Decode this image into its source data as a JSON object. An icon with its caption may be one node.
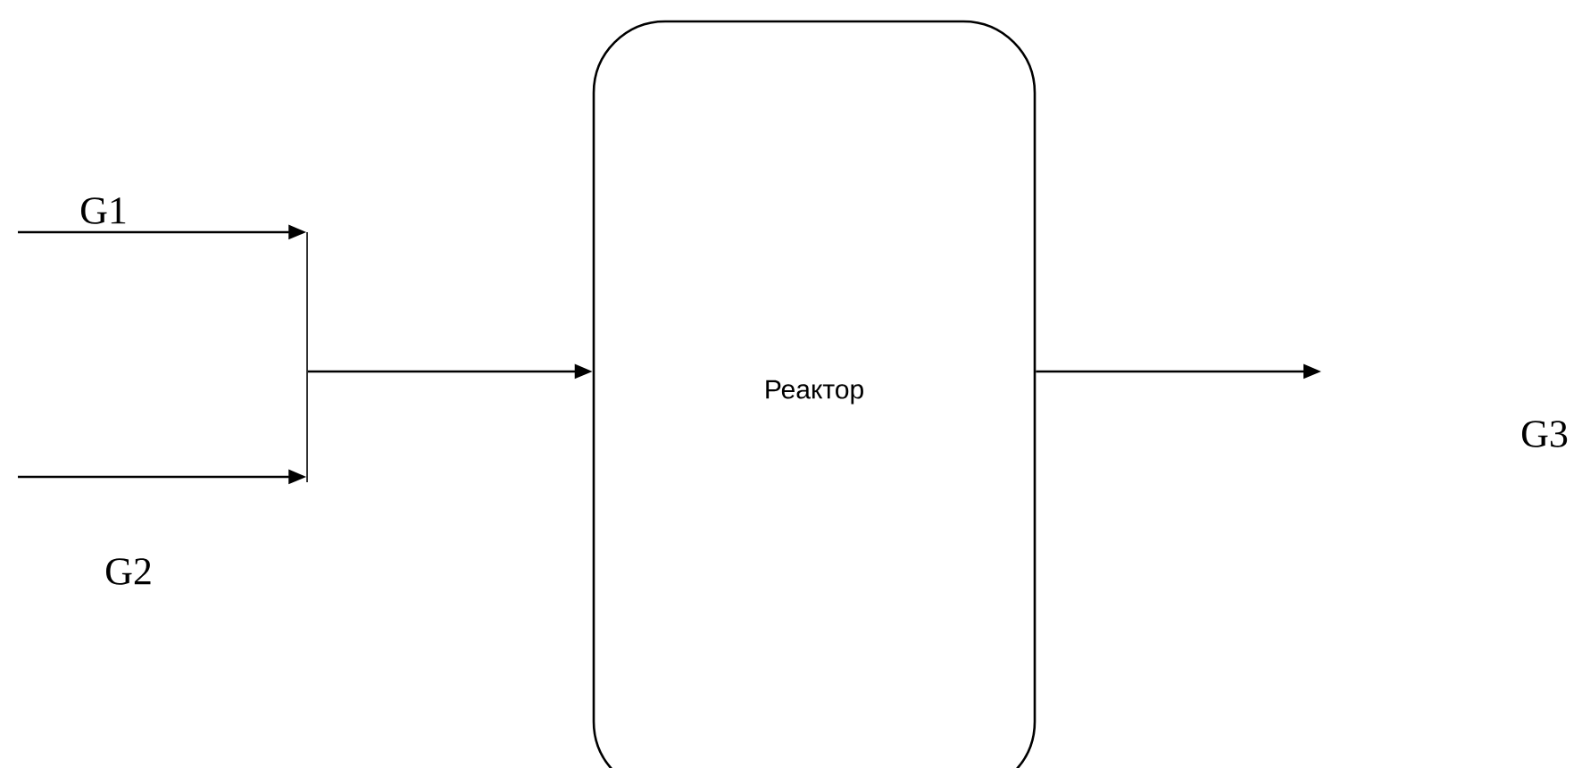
{
  "diagram": {
    "nodes": [
      {
        "text": [],
        "shape": "bar"
      },
      {
        "text": [
          "Реактор"
        ]
      }
    ],
    "edges": [
      {
        "from": null,
        "to": 0,
        "arrow": "to",
        "label": "G1"
      },
      {
        "from": null,
        "to": 0,
        "arrow": "to",
        "label": "G2"
      },
      {
        "from": 0,
        "to": 1,
        "arrow": "to"
      },
      {
        "from": 1,
        "to": null,
        "arrow": "to"
      }
    ],
    "labels": [
      "G3"
    ]
  }
}
